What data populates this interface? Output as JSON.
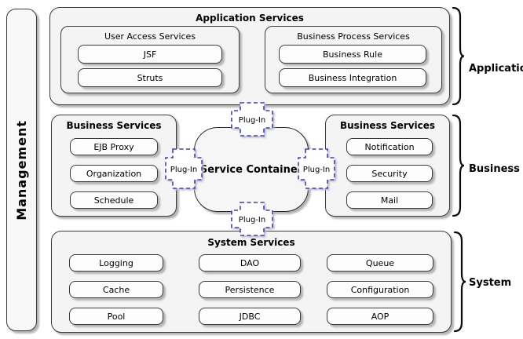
{
  "management_label": "Management",
  "application": {
    "title": "Application Services",
    "brace_label": "Application",
    "user_access": {
      "title": "User Access Services",
      "items": [
        "JSF",
        "Struts"
      ]
    },
    "business_process": {
      "title": "Business Process Services",
      "items": [
        "Business Rule",
        "Business Integration"
      ]
    }
  },
  "business": {
    "brace_label": "Business",
    "plugin_label": "Plug-In",
    "left_box": {
      "title": "Business Services",
      "items": [
        "EJB Proxy",
        "Organization",
        "Schedule"
      ]
    },
    "container": {
      "title": "Service Container"
    },
    "right_box": {
      "title": "Business Services",
      "items": [
        "Notification",
        "Security",
        "Mail"
      ]
    }
  },
  "system": {
    "title": "System Services",
    "brace_label": "System",
    "columns": [
      [
        "Logging",
        "Cache",
        "Pool"
      ],
      [
        "DAO",
        "Persistence",
        "JDBC"
      ],
      [
        "Queue",
        "Configuration",
        "AOP"
      ]
    ]
  },
  "colors": {
    "panel_fill": "#f4f4f4",
    "button_fill": "#fdfdfd",
    "border": "#3a3a3a",
    "shadow": "#b4b4b4",
    "plugin_dash_blue": "#3d3dc8"
  }
}
